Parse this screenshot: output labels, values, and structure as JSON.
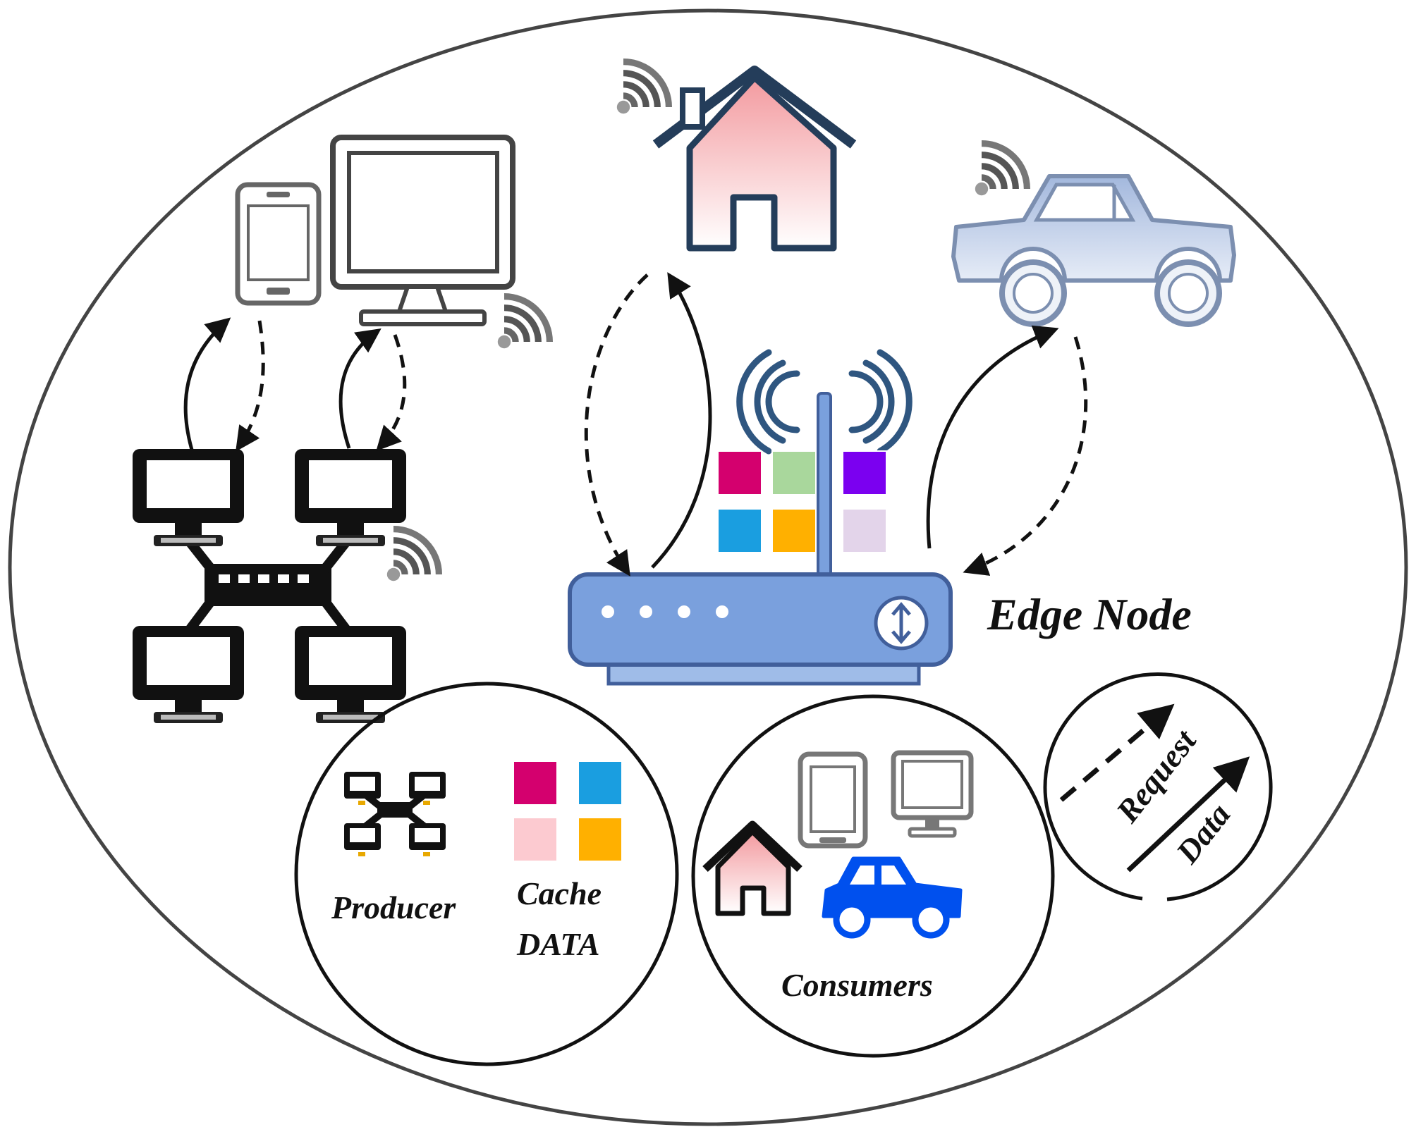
{
  "labels": {
    "edge_node": "Edge Node",
    "producer": "Producer",
    "cache_line1": "Cache",
    "cache_line2": "DATA",
    "consumers": "Consumers",
    "request": "Request",
    "data": "Data"
  },
  "cache_colors": {
    "router": [
      "#d4006e",
      "#a9d79c",
      "#7b00f0",
      "#1a9ee0",
      "#ffb000",
      "#e3d4ea"
    ],
    "legend": [
      "#d4006e",
      "#1a9ee0",
      "#fccad0",
      "#ffb000"
    ]
  },
  "colors": {
    "house_fill_top": "#f39a9f",
    "house_fill_bottom": "#ffffff",
    "house_stroke": "#243d5a",
    "car_fill_top": "#a3b8dd",
    "car_fill_bottom": "#e6ecf7",
    "consumer_car": "#0050ee",
    "router_body": "#7aa0dd",
    "router_stroke": "#415f9b",
    "antenna_waves": "#2f5680"
  },
  "icons": [
    "wifi-icon",
    "house-icon",
    "car-icon",
    "smartphone-icon",
    "monitor-icon",
    "producer-network-icon",
    "router-icon",
    "antenna-icon"
  ]
}
